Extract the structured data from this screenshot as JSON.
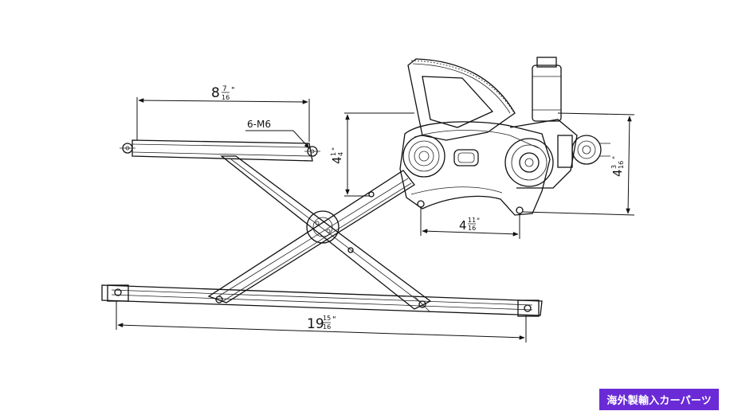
{
  "dimensions": {
    "top_rail": {
      "whole": "8",
      "num": "7",
      "den": "16",
      "mark": "\""
    },
    "bolt_label": "6-M6",
    "left_height": {
      "whole": "4",
      "num": "1",
      "den": "4",
      "mark": "\""
    },
    "bracket_width": {
      "whole": "4",
      "num": "11",
      "den": "16",
      "mark": "\""
    },
    "motor_height": {
      "whole": "4",
      "num": "3",
      "den": "16",
      "mark": "\""
    },
    "bottom_rail": {
      "whole": "19",
      "num": "15",
      "den": "16",
      "mark": "\""
    }
  },
  "watermark": {
    "text": "海外製輸入カーパーツ",
    "color": "#6a2bd6"
  }
}
